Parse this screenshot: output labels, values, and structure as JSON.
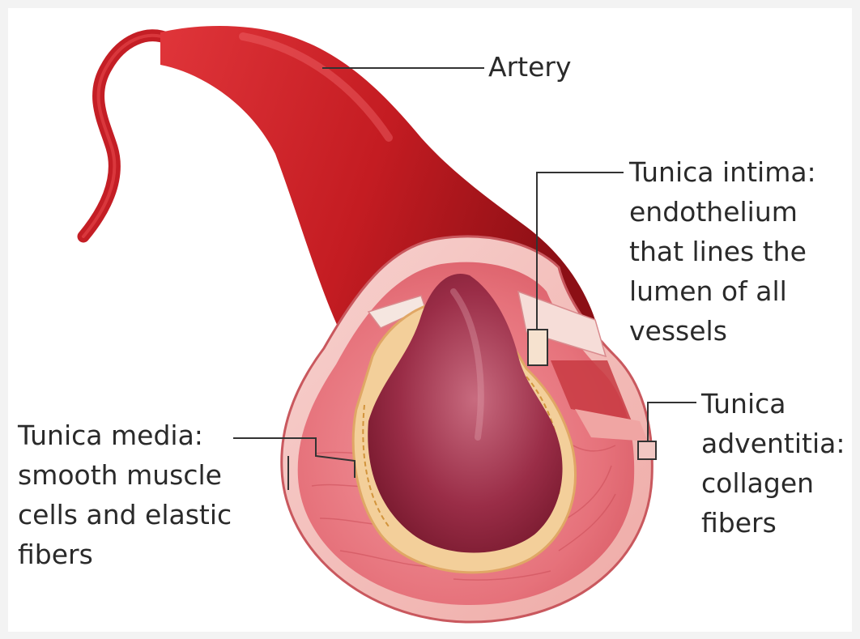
{
  "labels": {
    "artery": "Artery",
    "intima": {
      "lines": [
        "Tunica intima:",
        "endothelium",
        "that lines the",
        "lumen of all",
        "vessels"
      ]
    },
    "media": {
      "lines": [
        "Tunica media:",
        "smooth muscle",
        "cells and elastic",
        "fibers"
      ]
    },
    "adventitia": {
      "lines": [
        "Tunica",
        "adventitia:",
        "collagen",
        "fibers"
      ]
    }
  },
  "colors": {
    "background": "#f3f3f3",
    "vessel_red": "#c81e24",
    "vessel_dark": "#8f0f16",
    "media_pink": "#e56f79",
    "adventitia_pink": "#f2b8b4",
    "lumen": "#9a2a45",
    "leader_line": "#333333"
  }
}
